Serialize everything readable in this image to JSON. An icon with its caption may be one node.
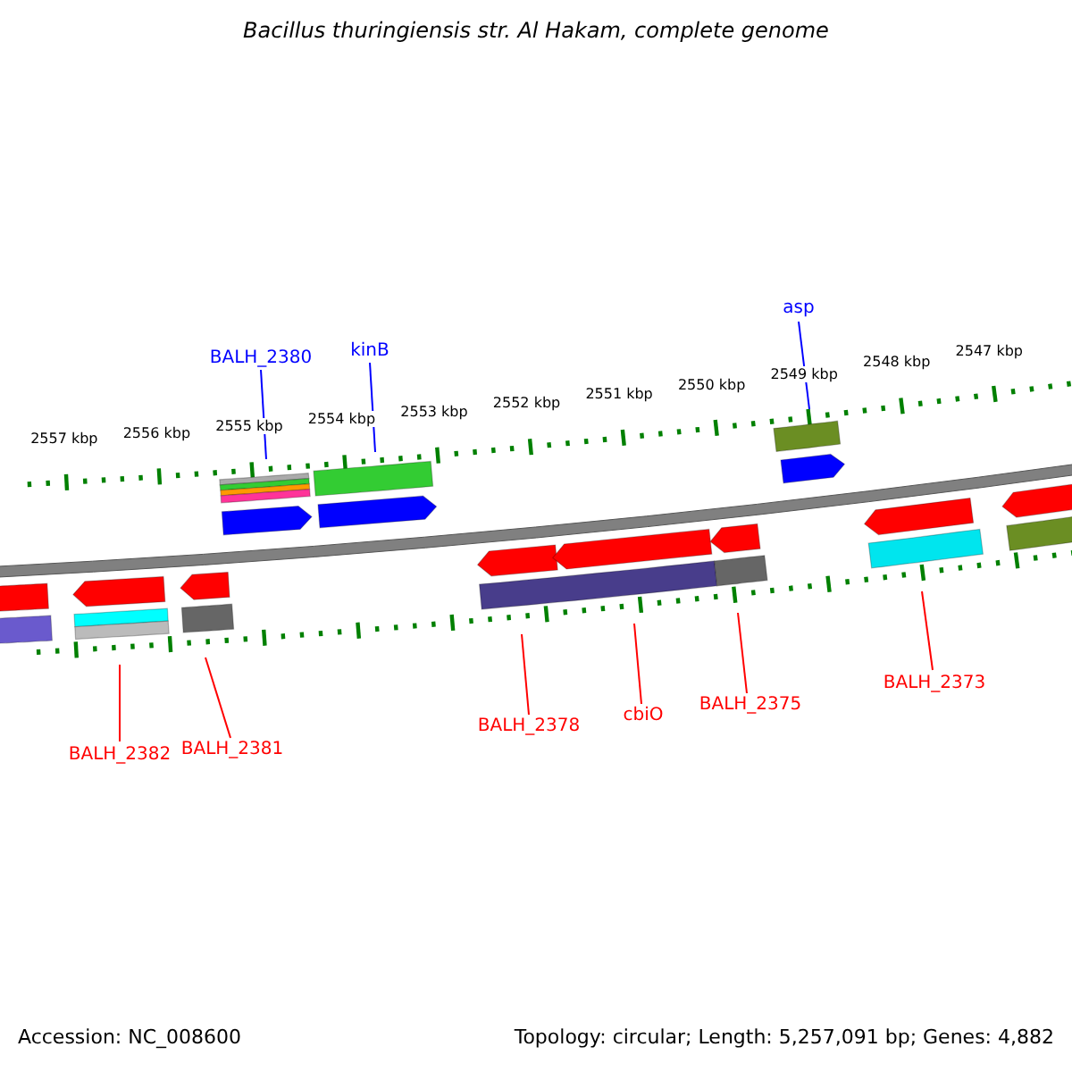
{
  "diagram": {
    "title": "Bacillus thuringiensis str. Al Hakam, complete genome",
    "nodes": [
      {
        "text": [
          "BALH_2380"
        ]
      },
      {
        "text": [
          "kinB"
        ]
      },
      {
        "text": [
          "asp"
        ]
      },
      {
        "text": [
          "BALH_2382"
        ]
      },
      {
        "text": [
          "BALH_2381"
        ]
      },
      {
        "text": [
          "BALH_2378"
        ]
      },
      {
        "text": [
          "cbiO"
        ]
      },
      {
        "text": [
          "BALH_2375"
        ]
      },
      {
        "text": [
          "BALH_2373"
        ]
      }
    ],
    "edges": [
      {
        "from": 0,
        "to": null,
        "arrow": "none",
        "color": "#0000ff"
      },
      {
        "from": 1,
        "to": null,
        "arrow": "none",
        "color": "#0000ff"
      },
      {
        "from": 2,
        "to": null,
        "arrow": "none",
        "color": "#0000ff"
      },
      {
        "from": 3,
        "to": null,
        "arrow": "none"
      },
      {
        "from": 4,
        "to": null,
        "arrow": "none"
      },
      {
        "from": 5,
        "to": null,
        "arrow": "none"
      },
      {
        "from": 6,
        "to": null,
        "arrow": "none"
      },
      {
        "from": 7,
        "to": null,
        "arrow": "none"
      },
      {
        "from": 8,
        "to": null,
        "arrow": "none"
      }
    ],
    "labels": [
      "2557 kbp",
      "2556 kbp",
      "2555 kbp",
      "2554 kbp",
      "2553 kbp",
      "2552 kbp",
      "2551 kbp",
      "2550 kbp",
      "2549 kbp",
      "2548 kbp",
      "2547 kbp",
      "Accession: NC_008600",
      "Topology: circular; Length: 5,257,091 bp; Genes: 4,882"
    ]
  }
}
